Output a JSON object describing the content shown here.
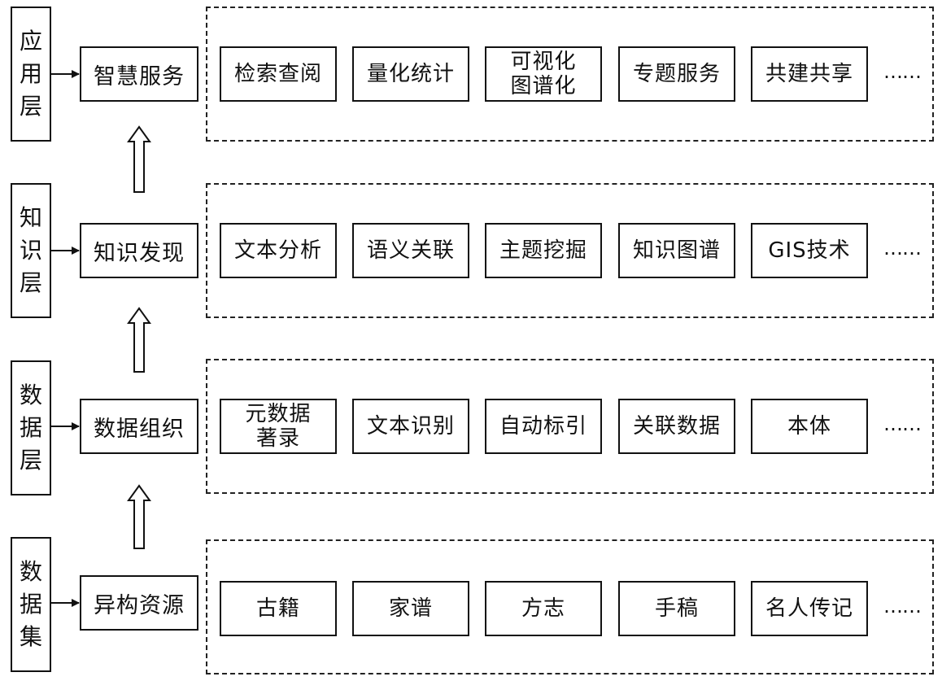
{
  "layers": [
    {
      "label_chars": [
        "应",
        "用",
        "层"
      ],
      "main": "智慧服务",
      "items": [
        "检索查阅",
        "量化统计",
        "可视化\n图谱化",
        "专题服务",
        "共建共享"
      ],
      "more": "……"
    },
    {
      "label_chars": [
        "知",
        "识",
        "层"
      ],
      "main": "知识发现",
      "items": [
        "文本分析",
        "语义关联",
        "主题挖掘",
        "知识图谱",
        "GIS技术"
      ],
      "more": "……"
    },
    {
      "label_chars": [
        "数",
        "据",
        "层"
      ],
      "main": "数据组织",
      "items": [
        "元数据\n著录",
        "文本识别",
        "自动标引",
        "关联数据",
        "本体"
      ],
      "more": "……"
    },
    {
      "label_chars": [
        "数",
        "据",
        "集"
      ],
      "main": "异构资源",
      "items": [
        "古籍",
        "家谱",
        "方志",
        "手稿",
        "名人传记"
      ],
      "more": "……"
    }
  ]
}
